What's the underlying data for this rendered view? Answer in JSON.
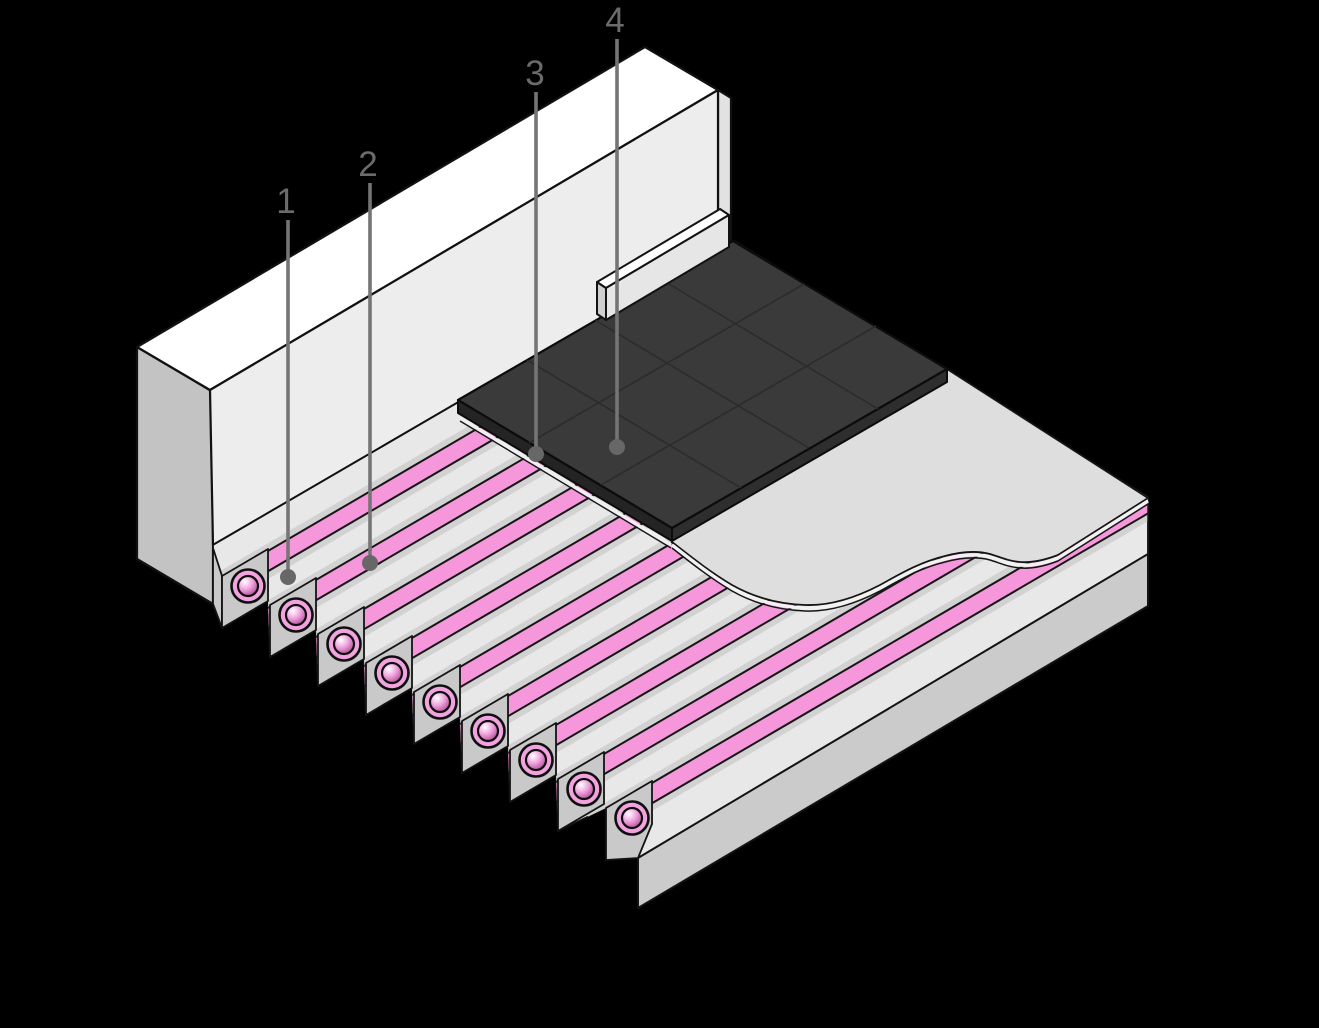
{
  "figure": {
    "description": "Isometric cutaway diagram of an underfloor heating floor build-up",
    "background_color": "#000000",
    "callouts": [
      {
        "number": "1",
        "target": "grooved-panel-surface"
      },
      {
        "number": "2",
        "target": "heating-pipe"
      },
      {
        "number": "3",
        "target": "screed-layer-edge"
      },
      {
        "number": "4",
        "target": "tile-flooring"
      }
    ],
    "palette": {
      "callout_gray": "#6b6b6b",
      "leader_line_gray": "#757575",
      "pipe_pink": "#f697dc",
      "pipe_ring_pink": "#f2a3df",
      "pipe_core_dark": "#9c3a80",
      "panel_light": "#e8e8e8",
      "groove_shoulder": "#d2d2d2",
      "step_face_gray": "#c9c9c9",
      "side_face_gray": "#cbcbcb",
      "screed_light": "#dedede",
      "wall_front": "#ededed",
      "wall_top": "#ffffff",
      "wall_end": "#c3c3c3",
      "tile_dark": "#3a3a3a",
      "tile_side_dark": "#262626",
      "outline_black": "#111111"
    }
  }
}
